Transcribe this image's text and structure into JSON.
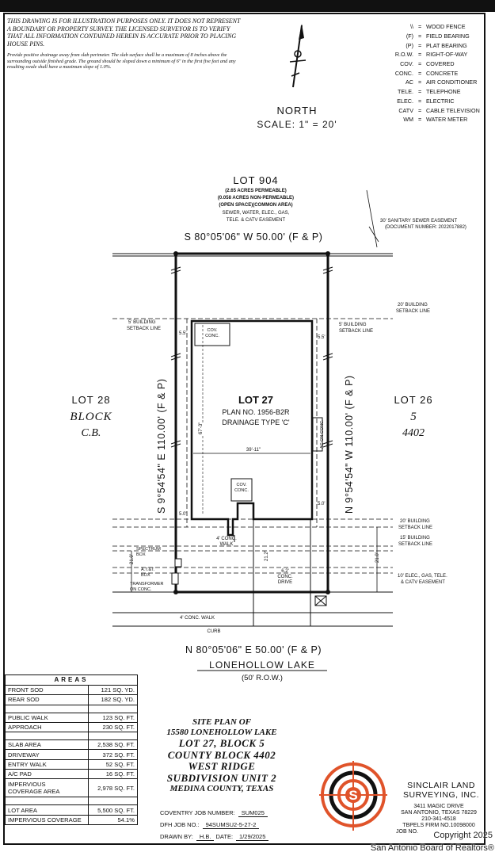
{
  "disclaimer": {
    "caps": "THIS DRAWING IS FOR ILLUSTRATION PURPOSES ONLY. IT DOES NOT REPRESENT A BOUNDARY OR PROPERTY SURVEY. THE LICENSED SURVEYOR IS TO VERIFY THAT ALL INFORMATION CONTAINED HEREIN IS ACCURATE PRIOR TO PLACING HOUSE PINS.",
    "drainage": "Provide positive drainage away from slab perimeter. The slab surface shall be a maximum of 8 inches above the surrounding outside finished grade. The ground should be sloped down a minimum of 6\" in the first five feet and any resulting swale shall have a maximum slope of 1.0%."
  },
  "legend": [
    {
      "sym": "\\\\",
      "mean": "WOOD FENCE"
    },
    {
      "sym": "(F)",
      "mean": "FIELD BEARING"
    },
    {
      "sym": "(P)",
      "mean": "PLAT BEARING"
    },
    {
      "sym": "R.O.W.",
      "mean": "RIGHT-OF-WAY"
    },
    {
      "sym": "COV.",
      "mean": "COVERED"
    },
    {
      "sym": "CONC.",
      "mean": "CONCRETE"
    },
    {
      "sym": "AC",
      "mean": "AIR CONDITIONER"
    },
    {
      "sym": "TELE.",
      "mean": "TELEPHONE"
    },
    {
      "sym": "ELEC.",
      "mean": "ELECTRIC"
    },
    {
      "sym": "CATV",
      "mean": "CABLE TELEVISION"
    },
    {
      "sym": "WM",
      "mean": "WATER METER"
    }
  ],
  "legend_eq": "=",
  "north": "NORTH",
  "scale": "SCALE: 1\" = 20'",
  "lot904": {
    "title": "LOT 904",
    "l1": "(2.65 ACRES PERMEABLE)",
    "l2": "(0.058 ACRES NON-PERMEABLE)",
    "l3": "(OPEN SPACE)(COMMON AREA)",
    "l4": "SEWER, WATER, ELEC., GAS,",
    "l5": "TELE. & CATV EASEMENT"
  },
  "sewer_easement": [
    "30' SANITARY SEWER EASEMENT",
    "(DOCUMENT NUMBER: 2022017882)"
  ],
  "bearing_north": "S 80°05'06\" W 50.00' (F & P)",
  "bearing_south": "N 80°05'06\" E 50.00' (F & P)",
  "bearing_west": "S 9°54'54\" E 110.00' (F & P)",
  "bearing_east": "N 9°54'54\" W 110.00' (F & P)",
  "rear_setback": [
    "20' BUILDING",
    "SETBACK LINE"
  ],
  "side_setback_left": [
    "5' BUILDING",
    "SETBACK LINE"
  ],
  "side_setback_right": [
    "5' BUILDING",
    "SETBACK LINE"
  ],
  "front_setback_20": [
    "20' BUILDING",
    "SETBACK LINE"
  ],
  "front_setback_15": [
    "15' BUILDING",
    "SETBACK LINE"
  ],
  "utility_easement": [
    "10' ELEC., GAS, TELE.",
    "& CATV EASEMENT"
  ],
  "lot28": {
    "lot": "LOT 28",
    "block": "BLOCK",
    "num": "C.B."
  },
  "lot26": {
    "lot": "LOT 26",
    "block": "5",
    "num": "4402"
  },
  "lot27": {
    "title": "LOT 27",
    "plan": "PLAN NO. 1956-B2R",
    "drainage": "DRAINAGE TYPE 'C'"
  },
  "dims": {
    "d55a": "5.5'",
    "d55b": "5.5'",
    "d50a": "5.0'",
    "d50b": "5.0'",
    "width": "39'-11\"",
    "depth": "67'-3\"",
    "d212": "21.2'",
    "d62": [
      "6.2'",
      "CONC.",
      "DRIVE"
    ],
    "d210l": "21.0'",
    "d210r": "21.0'"
  },
  "cov_conc_rear": [
    "COV.",
    "CONC."
  ],
  "cov_conc_front": [
    "COV.",
    "CONC."
  ],
  "ac_conc": "AC ON CONC.",
  "walk4": [
    "4' CONC.",
    "WALK"
  ],
  "spectrum": [
    "SPECTRUM",
    "BOX"
  ],
  "att": [
    "A.T.&T.",
    "BOX"
  ],
  "transformer": [
    "TRANSFORMER",
    "ON CONC."
  ],
  "sidewalk": "4' CONC. WALK",
  "curb": "CURB",
  "street": "LONEHOLLOW LAKE",
  "row": "(50' R.O.W.)",
  "areas": {
    "header": "AREAS",
    "rows": [
      {
        "k": "FRONT SOD",
        "v": "121 SQ. YD."
      },
      {
        "k": "REAR SOD",
        "v": "182 SQ. YD."
      },
      {
        "k": "",
        "v": "",
        "blank": true
      },
      {
        "k": "PUBLIC WALK",
        "v": "123 SQ. FT."
      },
      {
        "k": "APPROACH",
        "v": "230 SQ. FT."
      },
      {
        "k": "",
        "v": "",
        "blank": true
      },
      {
        "k": "SLAB AREA",
        "v": "2,538 SQ. FT."
      },
      {
        "k": "DRIVEWAY",
        "v": "372 SQ. FT."
      },
      {
        "k": "ENTRY WALK",
        "v": "52 SQ. FT."
      },
      {
        "k": "A/C PAD",
        "v": "16 SQ. FT."
      },
      {
        "k": "IMPERVIOUS\nCOVERAGE AREA",
        "v": "2,978 SQ. FT.",
        "tall": true
      },
      {
        "k": "",
        "v": "",
        "blank": true
      },
      {
        "k": "LOT AREA",
        "v": "5,500 SQ. FT."
      },
      {
        "k": "IMPERVIOUS COVERAGE",
        "v": "54.1%"
      }
    ]
  },
  "title": {
    "l1": "SITE PLAN OF",
    "l2": "15580 LONEHOLLOW LAKE",
    "l3": "LOT 27, BLOCK 5",
    "l4": "COUNTY BLOCK 4402",
    "l5": "WEST RIDGE",
    "l6": "SUBDIVISION UNIT 2",
    "l7": "MEDINA COUNTY, TEXAS"
  },
  "jobs": {
    "coventry_label": "COVENTRY JOB NUMBER:",
    "coventry_val": "SUM025",
    "dfh_label": "DFH JOB NO.:",
    "dfh_val": "94SUMSU2-5-27-2",
    "drawn_label": "DRAWN BY:",
    "drawn_val": "H.B.",
    "date_label": "DATE:",
    "date_val": "1/29/2025"
  },
  "company": {
    "l1": "SINCLAIR LAND",
    "l2": "SURVEYING, INC.",
    "a1": "3411 MAGIC DRIVE",
    "a2": "SAN ANTONIO, TEXAS 78229",
    "a3": "210-341-4518",
    "a4": "TBPELS FIRM NO.10098000",
    "a5": "JOB NO."
  },
  "colors": {
    "logo": "#e0532a",
    "ink": "#111111"
  },
  "watermark": "San Antonio Board of Realtors®",
  "copyright": "Copyright 2025"
}
